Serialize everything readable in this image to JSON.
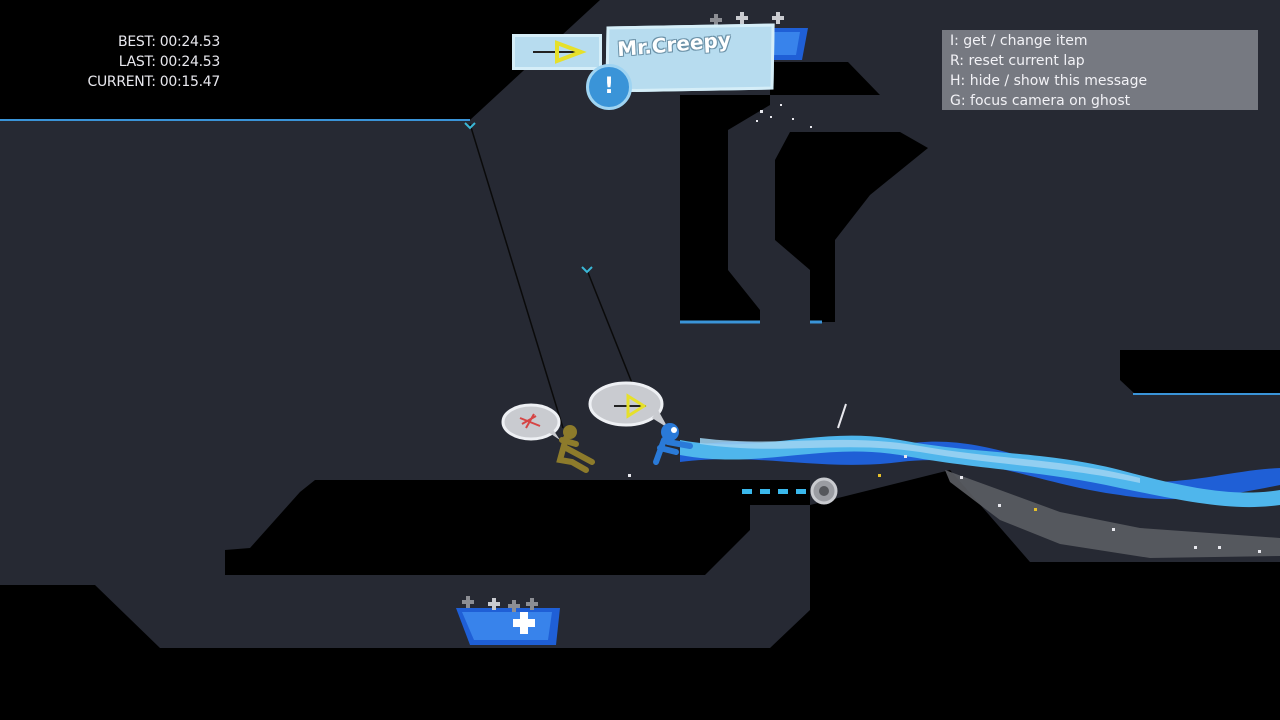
{
  "hud": {
    "best_label": "BEST:",
    "best_time": "00:24.53",
    "last_label": "LAST:",
    "last_time": "00:24.53",
    "current_label": "CURRENT:",
    "current_time": "00:15.47"
  },
  "help": {
    "lines": [
      "I: get / change item",
      "R: reset current lap",
      "H: hide / show this message",
      "G: focus camera on ghost"
    ]
  },
  "player": {
    "name": "Mr.Creepy",
    "alert_symbol": "!"
  },
  "colors": {
    "background": "#262933",
    "wall": "#000000",
    "accent_blue": "#3a94d8",
    "light_blue": "#b7dcef",
    "ghost_gold": "#a08a2a"
  },
  "icons": {
    "item": "grappling-hook-icon",
    "alert": "exclamation-icon",
    "boost_pad": "boost-pad-icon"
  }
}
